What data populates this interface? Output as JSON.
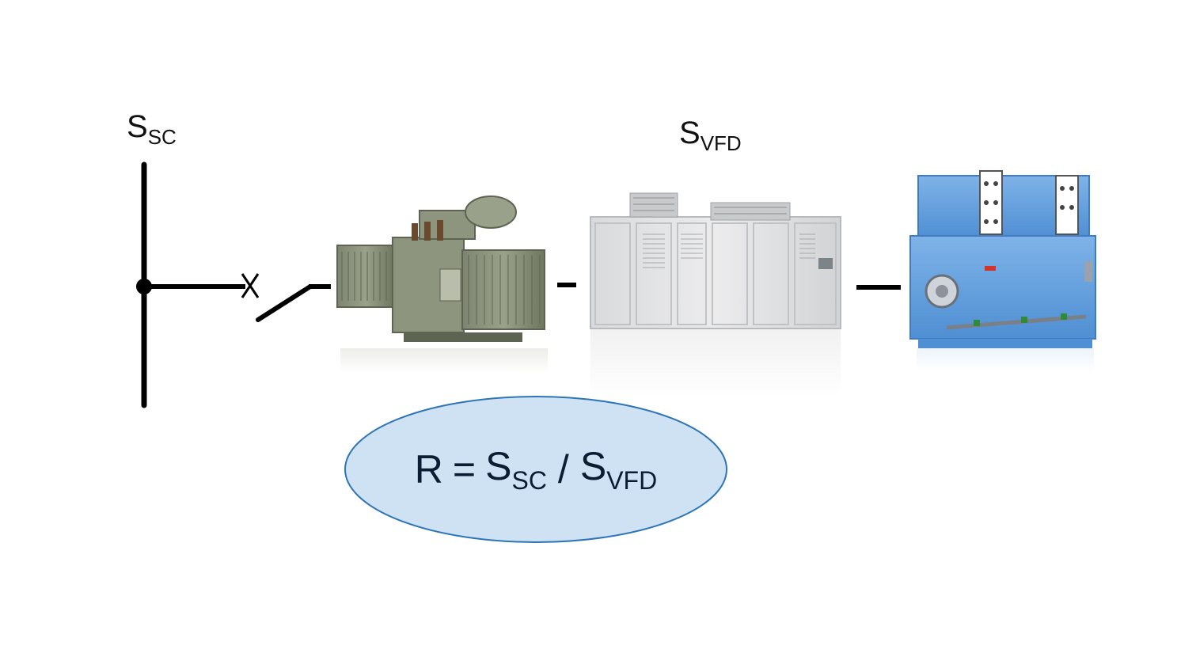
{
  "labels": {
    "ssc": {
      "main": "S",
      "sub": "SC"
    },
    "svfd": {
      "main": "S",
      "sub": "VFD"
    }
  },
  "formula": {
    "lhs": "R",
    "equals": "=",
    "term1": {
      "main": "S",
      "sub": "SC"
    },
    "divide": "/",
    "term2": {
      "main": "S",
      "sub": "VFD"
    }
  },
  "colors": {
    "line": "#000000",
    "ellipse_fill": "#cfe2f3",
    "ellipse_stroke": "#2e75b6",
    "transformer": "#8a9179",
    "vfd_cabinet": "#e3e4e6",
    "motor": "#6ea6e0"
  },
  "icons": [
    "transformer-image",
    "vfd-cabinet-image",
    "motor-image"
  ]
}
